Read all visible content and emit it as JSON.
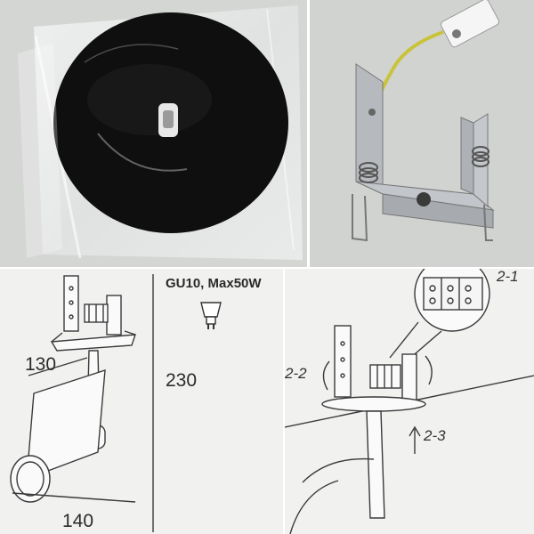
{
  "product_sheet": {
    "bulb_spec": "GU10, Max50W",
    "dimensions": {
      "height": "130",
      "total_length": "230",
      "width": "140"
    },
    "steps": {
      "step_2_1": "2-1",
      "step_2_2": "2-2",
      "step_2_3": "2-3"
    }
  },
  "colors": {
    "cover_plate": "#111111",
    "bracket_metal": "#b8bbbf",
    "wire": "#c9c33a",
    "drawing_line": "#3a3a3a",
    "paper": "#f1f1f0"
  }
}
